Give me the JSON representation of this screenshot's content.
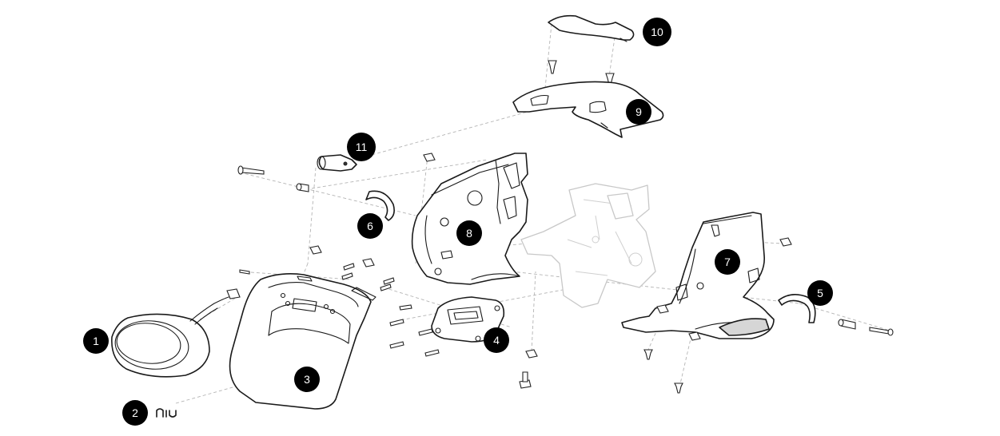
{
  "callouts": [
    {
      "id": "1",
      "label": "1"
    },
    {
      "id": "2",
      "label": "2"
    },
    {
      "id": "3",
      "label": "3"
    },
    {
      "id": "4",
      "label": "4"
    },
    {
      "id": "5",
      "label": "5"
    },
    {
      "id": "6",
      "label": "6"
    },
    {
      "id": "7",
      "label": "7"
    },
    {
      "id": "8",
      "label": "8"
    },
    {
      "id": "9",
      "label": "9"
    },
    {
      "id": "10",
      "label": "10"
    },
    {
      "id": "11",
      "label": "11"
    }
  ],
  "logo": {
    "text": "niu"
  }
}
